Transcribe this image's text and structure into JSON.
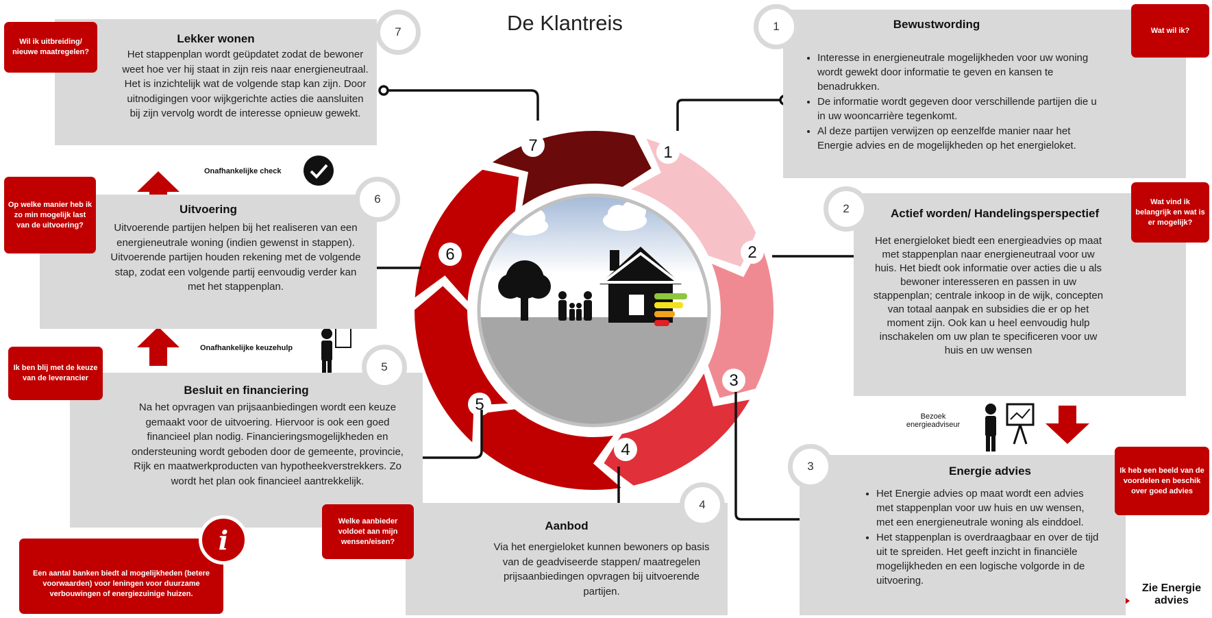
{
  "title": "De Klantreis",
  "cycle_numbers": [
    "1",
    "2",
    "3",
    "4",
    "5",
    "6",
    "7"
  ],
  "colors": {
    "dark_red": "#6b0a0a",
    "red": "#c00000",
    "mid_red": "#e0303a",
    "pink": "#f08a92",
    "light_pink": "#f6c2c7",
    "card_grey": "#d9d9d9"
  },
  "steps": [
    {
      "number": "1",
      "title": "Bewustwording",
      "bullets": [
        "Interesse in energieneutrale mogelijkheden voor uw woning wordt gewekt door informatie te geven en kansen te benadrukken.",
        "De informatie wordt gegeven door verschillende partijen die u in uw wooncarrière tegenkomt.",
        "Al deze partijen verwijzen op eenzelfde manier naar het Energie advies en de mogelijkheden op het energieloket."
      ],
      "question": "Wat wil ik?"
    },
    {
      "number": "2",
      "title": "Actief worden/ Handelingsperspectief",
      "text": "Het energieloket biedt een energieadvies op maat met stappenplan naar energieneutraal voor uw huis. Het biedt ook informatie over acties die u als bewoner interesseren en passen in uw stappenplan; centrale inkoop in de wijk, concepten van totaal aanpak en subsidies die er op het moment zijn. Ook kan u heel eenvoudig hulp inschakelen om uw plan te specificeren voor uw huis en uw wensen",
      "question": "Wat vind ik belangrijk en wat is er mogelijk?"
    },
    {
      "number": "3",
      "title": "Energie advies",
      "bullets": [
        "Het Energie advies op maat wordt een advies met stappenplan voor uw huis en uw wensen, met een energieneutrale woning als einddoel.",
        "Het stappenplan is overdraagbaar en over de tijd uit te spreiden. Het geeft inzicht in financiële mogelijkheden en een logische volgorde in de uitvoering."
      ],
      "question": "Ik heb een beeld van de voordelen en beschik over goed advies"
    },
    {
      "number": "4",
      "title": "Aanbod",
      "text": "Via het energieloket kunnen bewoners op basis van de geadviseerde stappen/ maatregelen prijsaanbiedingen opvragen bij uitvoerende partijen.",
      "question": "Welke aanbieder voldoet aan mijn wensen/eisen?"
    },
    {
      "number": "5",
      "title": "Besluit en financiering",
      "text": "Na het opvragen van prijsaanbiedingen wordt een keuze gemaakt voor de uitvoering. Hiervoor is ook een goed financieel plan nodig. Financieringsmogelijkheden en ondersteuning wordt geboden door de gemeente, provincie, Rijk en maatwerkproducten van hypotheekverstrekkers. Zo wordt het plan ook financieel aantrekkelijk.",
      "question": "Ik ben blij met de keuze van de leverancier"
    },
    {
      "number": "6",
      "title": "Uitvoering",
      "text": "Uitvoerende partijen helpen bij het realiseren van een energieneutrale woning (indien gewenst in stappen). Uitvoerende partijen houden rekening met de volgende stap, zodat een volgende partij eenvoudig verder kan met het stappenplan.",
      "question": "Op welke manier heb ik zo min mogelijk last van de uitvoering?"
    },
    {
      "number": "7",
      "title": "Lekker wonen",
      "text": "Het stappenplan wordt geüpdatet zodat de bewoner weet hoe ver hij staat in zijn reis naar energieneutraal. Het is inzichtelijk wat de volgende stap kan zijn. Door uitnodigingen voor wijkgerichte acties die aansluiten bij zijn vervolg wordt de interesse opnieuw gewekt.",
      "question": "Wil ik uitbreiding/ nieuwe maatregelen?"
    }
  ],
  "labels": {
    "independent_check": "Onafhankelijke check",
    "independent_choice_help": "Onafhankelijke keuzehulp",
    "visit_advisor": "Bezoek energieadviseur",
    "see_advice": "Zie Energie advies",
    "info_icon": "i",
    "info_text": "Een aantal banken biedt al mogelijkheden (betere voorwaarden) voor leningen voor duurzame verbouwingen of energiezuinige huizen."
  },
  "icons": [
    "person-question-icon",
    "scales-person-icon",
    "flag-person-icon",
    "meeting-table-icon",
    "handshake-icon",
    "worker-delivery-icon",
    "thinking-person-icon",
    "checkmark-icon",
    "presenter-board-icon",
    "advisor-chart-icon",
    "info-icon",
    "house-icon",
    "tree-icon",
    "family-icon",
    "cloud-icon",
    "arrow-down-icon",
    "arrow-up-icon",
    "arrow-right-icon"
  ]
}
